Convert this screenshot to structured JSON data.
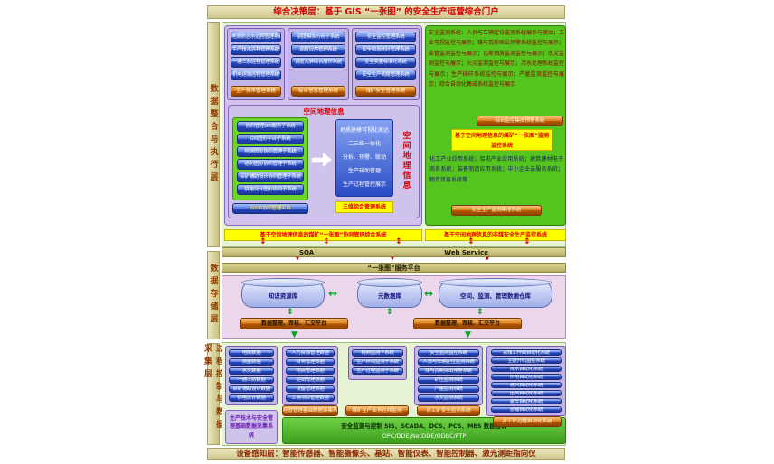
{
  "banners": {
    "top": "综合决策层：基于 GIS “一张图” 的安全生产运营综合门户",
    "bottom": "设备感知层：智能传感器、智能摄像头、基站、智能仪表、智能控制器、激光测距指向仪"
  },
  "layers": {
    "integration": "数据整合与执行层",
    "storage": "数据存储层",
    "process": "过程控制与数据采集层"
  },
  "colors": {
    "accent_red": "#d40000",
    "highlight_yellow": "#ffff00",
    "node_blue": "#2646b8",
    "node_orange": "#b35600",
    "panel_green": "#55c41e",
    "panel_lavender": "#cfc3ec"
  },
  "icons": {
    "v_arrow": "↕",
    "h_arrow": "↔",
    "down_arrow": "▼"
  },
  "section1": {
    "boxA": {
      "items": [
        "地测防治水远程管理系统",
        "生产技术远程管理系统",
        "一通三防远程管理系统",
        "机电运输远程管理系统"
      ],
      "highlight": "生产技术管理系统"
    },
    "boxB": {
      "items": [
        "调度模拟分析子系统",
        "调度日常管理系统",
        "调度大屏综合展示系统"
      ],
      "highlight": "综合信息管理系统"
    },
    "boxC": {
      "items": [
        "安全监控管理系统",
        "安全隐患闭环管理系统",
        "安全质量标准化系统",
        "安全生产调度管理系统"
      ],
      "highlight": "煤矿安全管理系统"
    },
    "gis": {
      "title": "空间地理信息",
      "left_items": [
        "协同管理GIS服务子系统",
        "GIS图形平台子系统",
        "地测图形协同管理子系统",
        "通防图形协同管理子系统",
        "采矿辅助设计协同管理子系统",
        "供电设计图形协同子系统"
      ],
      "cloud_platform": "云GIS协同管理平台",
      "right_items": [
        "地质建模可视化表达",
        "二三维一体化",
        "分析、预警、联动",
        "生产辅助管理",
        "生产过程管控展示"
      ],
      "vertical_label": "空间地理信息",
      "viewer_button": "三维综合管理系统",
      "bottom_bar": "基于空间地理信息的煤矿“一张图”协同管理综合系统"
    },
    "safety": {
      "monitor_text": "安全监测系统：人员与车辆定位监测系统展示与联动；工业电视监控与展示；煤与瓦斯突出预警系统监控与展示；束管监测监控与展示；瓦斯抽放监测监控与展示；水文监测监控与展示；火灾监测监控与展示；污水处理系统监控与展示；生产排矸系统监控与展示；产量监测监控与展示；综合自动化集成系统监控与展示",
      "warning_button": "综合监控集成预警系统",
      "highlight": "基于空间地理信息的煤矿“一张图”监测监控系统",
      "industry_text": "化工产业应用系统；铝电产业应用系统；建筑建材电子商务系统；装备制造应用系统；中小企业云服务系统；物资贸易系统等",
      "industry_button": "安全生产监测集成系统",
      "bottom_bar": "基于空间地理信息的非煤安全生产监控系统"
    }
  },
  "service": {
    "soa": "SOA",
    "web_service": "Web Service",
    "platform": "“一张图”服务平台"
  },
  "storage": {
    "databases": [
      "知识资源库",
      "元数据库",
      "空间、监测、管理数据仓库"
    ],
    "platform_left": "数据整理、审核、汇交平台",
    "platform_right": "数据整理、审核、汇交平台"
  },
  "section3": {
    "box1": {
      "items": [
        "地质数据",
        "测量数据",
        "水文数据",
        "一通三防数据",
        "采矿辅助设计数据",
        "供电设计数据"
      ],
      "label": "生产技术与安全管理基础数据采集系统"
    },
    "box2": {
      "items": [
        "人力资源管理数据",
        "财务管理数据",
        "物资管理数据",
        "运销管理数据",
        "设备管理数据",
        "工商项目管理数据"
      ],
      "button": "经营管理基础数据采集系统"
    },
    "box3": {
      "items": [
        "视频监测子系统",
        "生产环境监测子系统",
        "生产过程监测子系统"
      ],
      "button": "煤矿生产业务在线监测"
    },
    "box4": {
      "items": [
        "安全监测监控系统",
        "人员与车辆定位监测系统",
        "煤与瓦斯突出预警系统",
        "矿压监测系统",
        "产量监测系统",
        "水文监测系统"
      ],
      "button": "井工矿安全监测系统"
    },
    "box5": {
      "items": [
        "采煤工作面自动化系统",
        "主提升机监控系统",
        "排水自动化系统",
        "供电自动化系统",
        "通风自动化系统",
        "压风自动化系统",
        "装车自动化系统",
        "运输自动化系统"
      ],
      "button": "井工矿过程自动化系统"
    },
    "interface": {
      "line1": "安全监测与控制 SIS、SCADA、DCS、PCS、MES 数据接口",
      "line2": "OPC/DDE/NetDDE/ODBC/FTP"
    }
  }
}
